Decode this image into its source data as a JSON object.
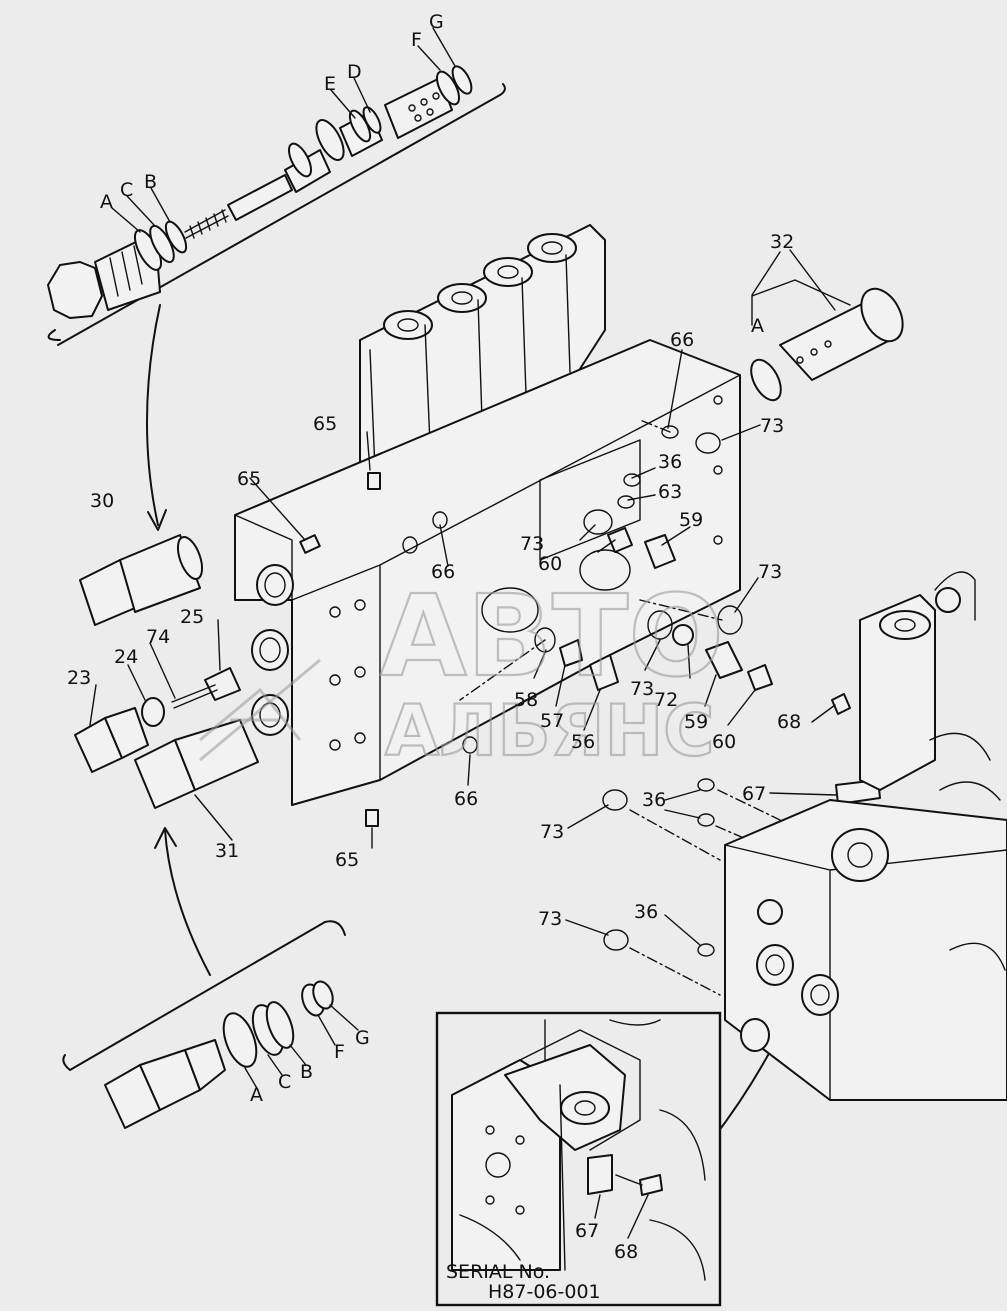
{
  "labels": [
    {
      "id": "lbl-a-top",
      "text": "A"
    },
    {
      "id": "lbl-c-top",
      "text": "C"
    },
    {
      "id": "lbl-b-top",
      "text": "B"
    },
    {
      "id": "lbl-e-top",
      "text": "E"
    },
    {
      "id": "lbl-d-top",
      "text": "D"
    },
    {
      "id": "lbl-f-top",
      "text": "F"
    },
    {
      "id": "lbl-g-top",
      "text": "G"
    },
    {
      "id": "lbl-32",
      "text": "32"
    },
    {
      "id": "lbl-a-right",
      "text": "A"
    },
    {
      "id": "lbl-66-a",
      "text": "66"
    },
    {
      "id": "lbl-73-a",
      "text": "73"
    },
    {
      "id": "lbl-65-a",
      "text": "65"
    },
    {
      "id": "lbl-65-b",
      "text": "65"
    },
    {
      "id": "lbl-36-a",
      "text": "36"
    },
    {
      "id": "lbl-63",
      "text": "63"
    },
    {
      "id": "lbl-30",
      "text": "30"
    },
    {
      "id": "lbl-59-a",
      "text": "59"
    },
    {
      "id": "lbl-73-b",
      "text": "73"
    },
    {
      "id": "lbl-60-a",
      "text": "60"
    },
    {
      "id": "lbl-66-b",
      "text": "66"
    },
    {
      "id": "lbl-73-c",
      "text": "73"
    },
    {
      "id": "lbl-25",
      "text": "25"
    },
    {
      "id": "lbl-74",
      "text": "74"
    },
    {
      "id": "lbl-24",
      "text": "24"
    },
    {
      "id": "lbl-23",
      "text": "23"
    },
    {
      "id": "lbl-58",
      "text": "58"
    },
    {
      "id": "lbl-73-d",
      "text": "73"
    },
    {
      "id": "lbl-72",
      "text": "72"
    },
    {
      "id": "lbl-59-b",
      "text": "59"
    },
    {
      "id": "lbl-68-a",
      "text": "68"
    },
    {
      "id": "lbl-57",
      "text": "57"
    },
    {
      "id": "lbl-56",
      "text": "56"
    },
    {
      "id": "lbl-60-b",
      "text": "60"
    },
    {
      "id": "lbl-66-c",
      "text": "66"
    },
    {
      "id": "lbl-67-a",
      "text": "67"
    },
    {
      "id": "lbl-36-b",
      "text": "36"
    },
    {
      "id": "lbl-73-e",
      "text": "73"
    },
    {
      "id": "lbl-31",
      "text": "31"
    },
    {
      "id": "lbl-65-c",
      "text": "65"
    },
    {
      "id": "lbl-73-f",
      "text": "73"
    },
    {
      "id": "lbl-36-c",
      "text": "36"
    },
    {
      "id": "lbl-g-bottom",
      "text": "G"
    },
    {
      "id": "lbl-f-bottom",
      "text": "F"
    },
    {
      "id": "lbl-b-bottom",
      "text": "B"
    },
    {
      "id": "lbl-c-bottom",
      "text": "C"
    },
    {
      "id": "lbl-a-bottom",
      "text": "A"
    },
    {
      "id": "lbl-67-b",
      "text": "67"
    },
    {
      "id": "lbl-68-b",
      "text": "68"
    }
  ],
  "inset": {
    "serial_label": "SERIAL No.",
    "serial_number": "H87-06-001"
  },
  "watermark": {
    "line1": "АВТО",
    "line2": "АЛЬЯНС"
  },
  "colors": {
    "background": "#ececec",
    "ink": "#111111",
    "watermark": "#9a9a9a"
  }
}
